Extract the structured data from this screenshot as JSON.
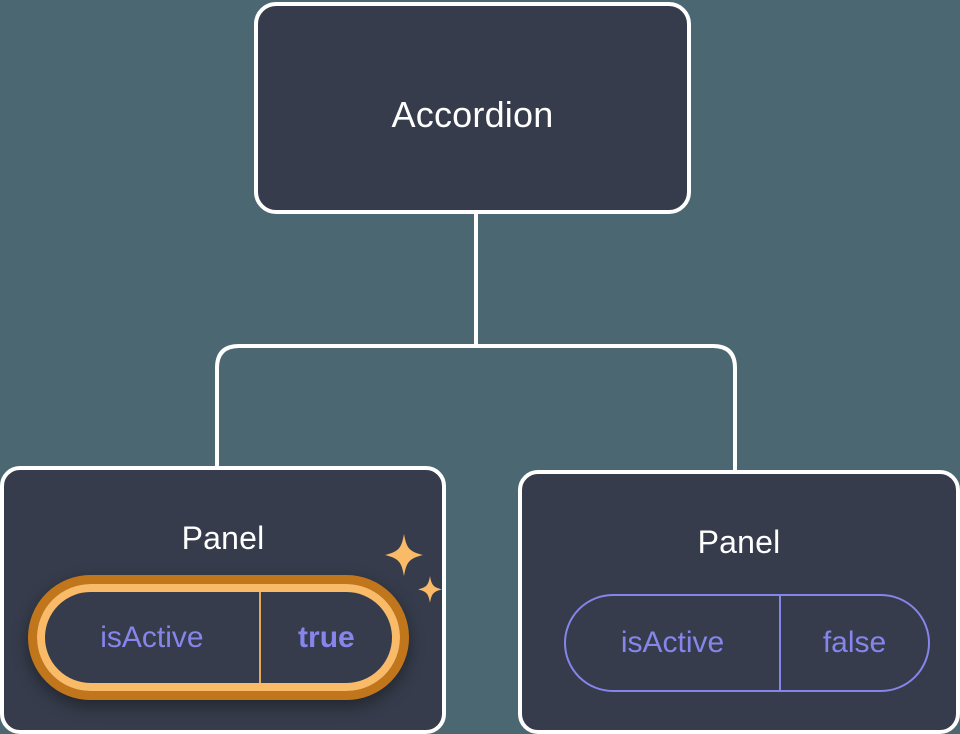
{
  "diagram": {
    "type": "component-tree",
    "background_color": "#4b6772",
    "node_fill": "#363c4b",
    "node_border": "#ffffff",
    "connector_color": "#ffffff",
    "accent_prop_color": "#8585ec",
    "highlight_outer_color": "#c2761b",
    "highlight_inner_color": "#f9bb68",
    "sparkle_color": "#f9bb68"
  },
  "root": {
    "title": "Accordion"
  },
  "panels": [
    {
      "title": "Panel",
      "highlighted": true,
      "prop": {
        "key": "isActive",
        "value": "true"
      },
      "sparkle_icons": [
        "sparkle-large-icon",
        "sparkle-small-icon"
      ]
    },
    {
      "title": "Panel",
      "highlighted": false,
      "prop": {
        "key": "isActive",
        "value": "false"
      }
    }
  ]
}
